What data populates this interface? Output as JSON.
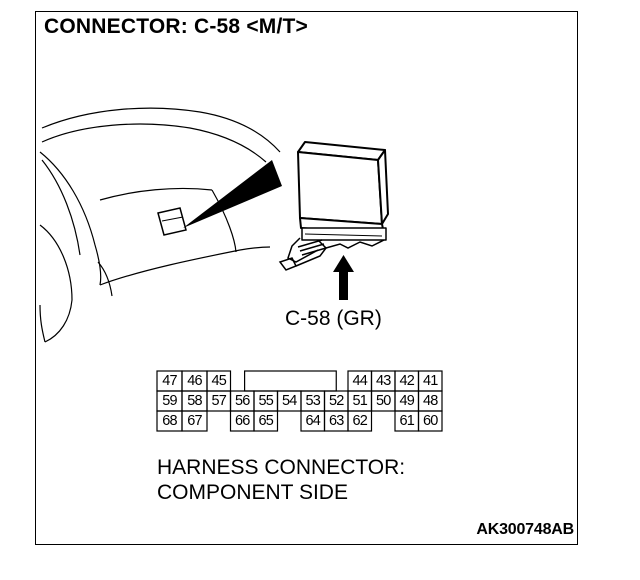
{
  "title": "CONNECTOR: C-58 <M/T>",
  "connector_label": "C-58 (GR)",
  "pin_rows": [
    [
      "47",
      "46",
      "45",
      "",
      "",
      "",
      "",
      "",
      "44",
      "43",
      "42",
      "41"
    ],
    [
      "59",
      "58",
      "57",
      "56",
      "55",
      "54",
      "53",
      "52",
      "51",
      "50",
      "49",
      "48"
    ],
    [
      "68",
      "67",
      "",
      "66",
      "65",
      "",
      "64",
      "63",
      "62",
      "",
      "61",
      "60"
    ]
  ],
  "caption": {
    "line1": "HARNESS CONNECTOR:",
    "line2": "COMPONENT SIDE"
  },
  "figure_code": "AK300748AB"
}
